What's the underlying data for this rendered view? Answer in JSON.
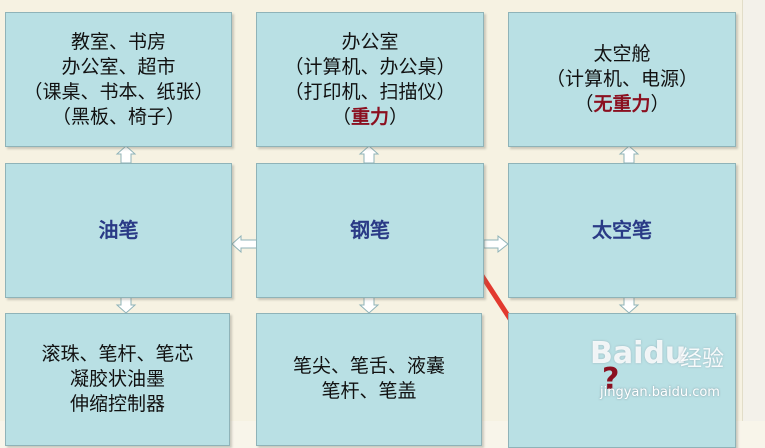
{
  "boxes": {
    "top_left": {
      "lines": [
        "教室、书房",
        "办公室、超市",
        "（课桌、书本、纸张）",
        "（黑板、椅子）"
      ]
    },
    "top_middle": {
      "lines": [
        "办公室",
        "（计算机、办公桌）",
        "（打印机、扫描仪）"
      ],
      "red_open": "（",
      "red_text": "重力",
      "red_close": "）"
    },
    "top_right": {
      "lines": [
        "太空舱",
        "（计算机、电源）"
      ],
      "red_open": "（",
      "red_text": "无重力",
      "red_close": "）"
    },
    "mid_left": {
      "label": "油笔"
    },
    "mid_middle": {
      "label": "钢笔"
    },
    "mid_right": {
      "label": "太空笔"
    },
    "bottom_left": {
      "lines": [
        "滚珠、笔杆、笔芯",
        "凝胶状油墨",
        "伸缩控制器"
      ]
    },
    "bottom_middle": {
      "lines": [
        "笔尖、笔舌、液囊",
        "笔杆、笔盖"
      ]
    },
    "bottom_right": {
      "label": "?"
    }
  },
  "watermark": {
    "logo": "Baidu",
    "brand_cn": "经验",
    "url": "jingyan.baidu.com"
  },
  "colors": {
    "box_fill": "#b9e0e4",
    "box_border": "#8fb3b8",
    "red_text": "#8b1020",
    "blue_text": "#2a3a86",
    "annotation_arrow": "#e23a2f"
  }
}
